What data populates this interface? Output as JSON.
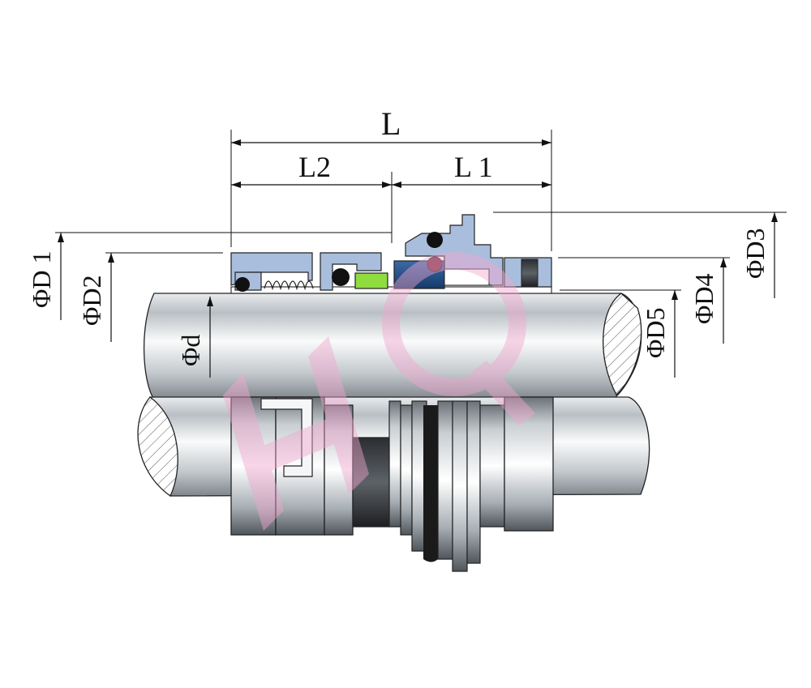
{
  "dimensions": {
    "L": "L",
    "L1": "L 1",
    "L2": "L2",
    "D1": "ΦD 1",
    "D2": "ΦD2",
    "D3": "ΦD3",
    "D4": "ΦD4",
    "D5": "ΦD5",
    "d": "Φd"
  },
  "watermark": "HQ",
  "colors": {
    "seal_blue": "#a9bedc",
    "face_navy": "#1f4f86",
    "seat_green": "#8fdc3f",
    "watermark_pink": "#f2a6cf",
    "shaft_gray": "#9aa1a7"
  }
}
